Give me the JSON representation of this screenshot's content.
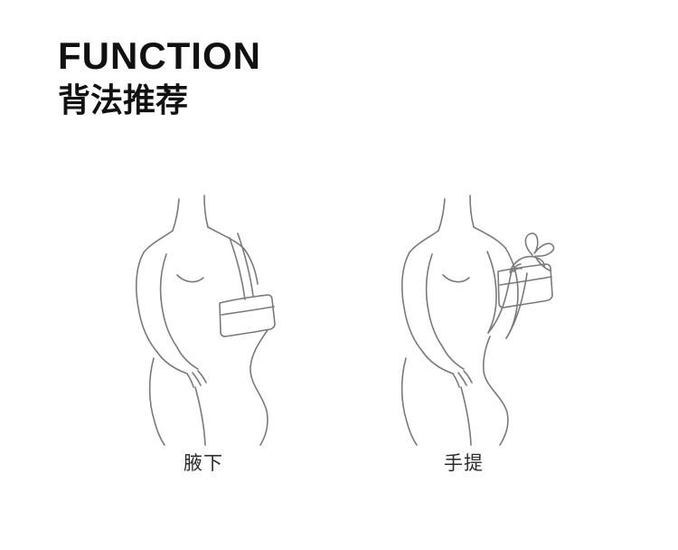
{
  "page": {
    "background_color": "#ffffff",
    "text_color": "#111111",
    "line_color": "#7a7a7a",
    "title_en": "FUNCTION",
    "title_zh": "背法推荐"
  },
  "figures": [
    {
      "name": "underarm",
      "label": "腋下",
      "illustration": "woman-carrying-bag-under-arm-line-art"
    },
    {
      "name": "handheld",
      "label": "手提",
      "illustration": "woman-holding-bag-by-hand-line-art"
    }
  ]
}
